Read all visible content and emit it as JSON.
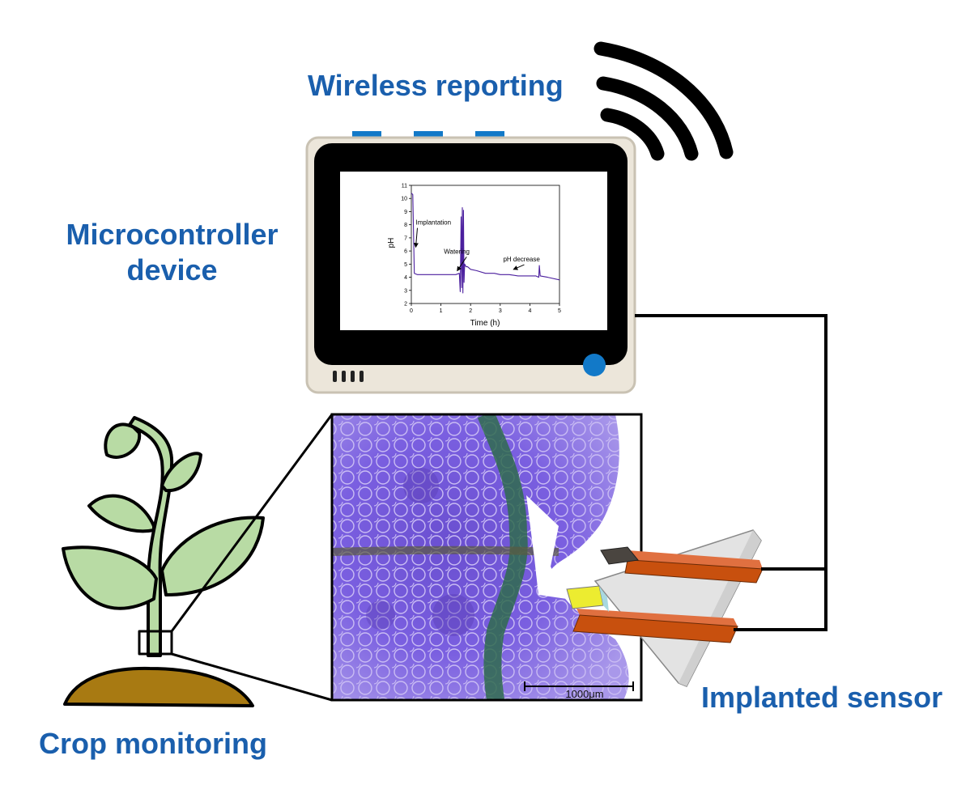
{
  "labels": {
    "wireless": "Wireless reporting",
    "micro_line1": "Microcontroller",
    "micro_line2": "device",
    "crop": "Crop monitoring",
    "sensor": "Implanted sensor"
  },
  "micrograph": {
    "scale_bar_label": "1000μm"
  },
  "chart_data": {
    "type": "line",
    "xlabel": "Time (h)",
    "ylabel": "pH",
    "xlim": [
      0,
      5
    ],
    "ylim": [
      2,
      11
    ],
    "xticks": [
      0,
      1,
      2,
      3,
      4,
      5
    ],
    "yticks": [
      2,
      3,
      4,
      5,
      6,
      7,
      8,
      9,
      10,
      11
    ],
    "series": [
      {
        "color": "#4b1f9e",
        "x": [
          0,
          0.05,
          0.1,
          0.2,
          0.5,
          1.0,
          1.5,
          1.62,
          1.65,
          1.68,
          1.7,
          1.72,
          1.74,
          1.76,
          1.78,
          1.8,
          1.85,
          1.9,
          2.0,
          2.2,
          2.5,
          2.8,
          3.0,
          3.3,
          3.6,
          3.9,
          4.2,
          4.3,
          4.32,
          4.35,
          4.6,
          5.0
        ],
        "y": [
          10.4,
          10.3,
          4.3,
          4.2,
          4.2,
          4.2,
          4.2,
          4.3,
          2.9,
          8.6,
          3.2,
          9.3,
          2.8,
          9.1,
          3.6,
          5.0,
          4.8,
          4.8,
          4.6,
          4.5,
          4.3,
          4.3,
          4.2,
          4.2,
          4.1,
          4.1,
          4.1,
          4.0,
          4.9,
          4.1,
          4.0,
          3.8
        ]
      }
    ],
    "annotations": [
      {
        "text": "Implantation",
        "x": 0.15,
        "y": 8.0,
        "arrow_to": [
          0.15,
          6.3
        ]
      },
      {
        "text": "Watering",
        "x": 1.1,
        "y": 5.8,
        "arrow_to": [
          1.55,
          4.5
        ]
      },
      {
        "text": "pH decrease",
        "x": 3.1,
        "y": 5.2,
        "arrow_to": [
          3.45,
          4.6
        ]
      }
    ]
  },
  "colors": {
    "label_blue": "#1a5fad",
    "device_body": "#ece6da",
    "device_border": "#c9c2b3",
    "device_button": "#1279c8",
    "leaf": "#b8dba4",
    "soil": "#a87a12",
    "electrode": "#c8500e",
    "line": "#4b1f9e"
  }
}
